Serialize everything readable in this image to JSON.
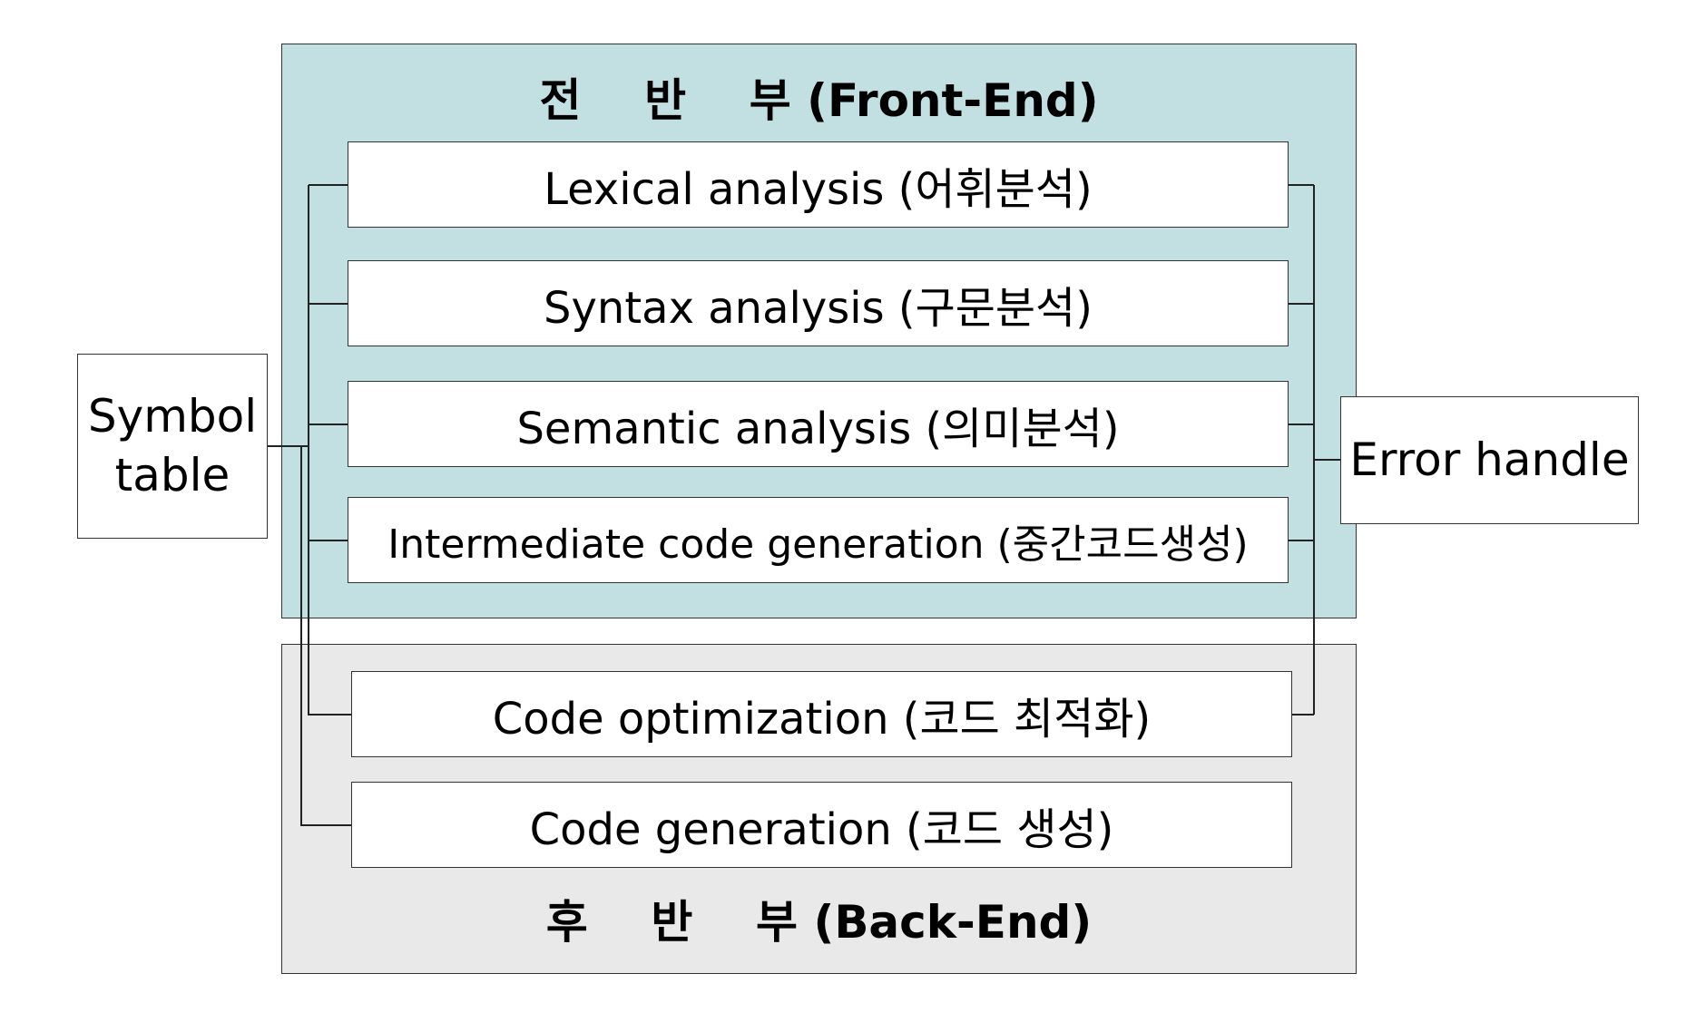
{
  "front_end": {
    "title": "전    반    부 (Front-End)"
  },
  "back_end": {
    "title": "후    반    부 (Back-End)"
  },
  "phases": [
    "Lexical analysis (어휘분석)",
    "Syntax analysis (구문분석)",
    "Semantic analysis (의미분석)",
    "Intermediate code generation (중간코드생성)",
    "Code optimization (코드 최적화)",
    "Code generation (코드 생성)"
  ],
  "symbol_table": {
    "label": "Symbol\ntable"
  },
  "error_handler": {
    "label": "Error handle"
  },
  "colors": {
    "front_end_bg": "#c2e0e2",
    "back_end_bg": "#e9e9e9",
    "box_border": "#333333"
  }
}
